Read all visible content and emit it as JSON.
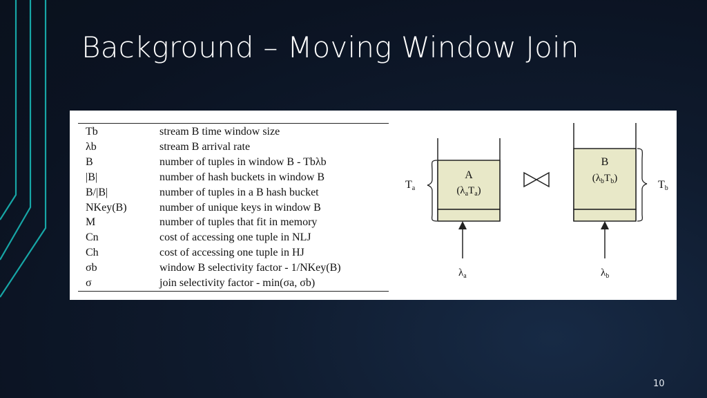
{
  "slide": {
    "title": "Background – Moving Window Join",
    "page_number": "10",
    "accent_color": "#1ab0b0"
  },
  "table": {
    "rows": [
      {
        "symbol": "Tb",
        "description": "stream B time window size"
      },
      {
        "symbol": "λb",
        "description": "stream B arrival rate"
      },
      {
        "symbol": "B",
        "description": "number of tuples in window B - Tbλb"
      },
      {
        "symbol": "|B|",
        "description": "number of hash buckets in window B"
      },
      {
        "symbol": "B/|B|",
        "description": "number of tuples in a B hash bucket"
      },
      {
        "symbol": "NKey(B)",
        "description": "number of unique keys in window B"
      },
      {
        "symbol": "M",
        "description": "number of tuples that fit in memory"
      },
      {
        "symbol": "Cn",
        "description": "cost of accessing one tuple in NLJ"
      },
      {
        "symbol": "Ch",
        "description": "cost of accessing one tuple in HJ"
      },
      {
        "symbol": "σb",
        "description": "window B selectivity factor - 1/NKey(B)"
      },
      {
        "symbol": "σ",
        "description": "join selectivity factor - min(σa, σb)"
      }
    ]
  },
  "diagram": {
    "window_a": {
      "name": "A",
      "content": "(λaTa)",
      "window_label": "Ta",
      "arrival_label": "λa"
    },
    "window_b": {
      "name": "B",
      "content": "(λbTb)",
      "window_label": "Tb",
      "arrival_label": "λb"
    },
    "join_symbol": "⋈",
    "box_fill": "#e8e8c8"
  }
}
